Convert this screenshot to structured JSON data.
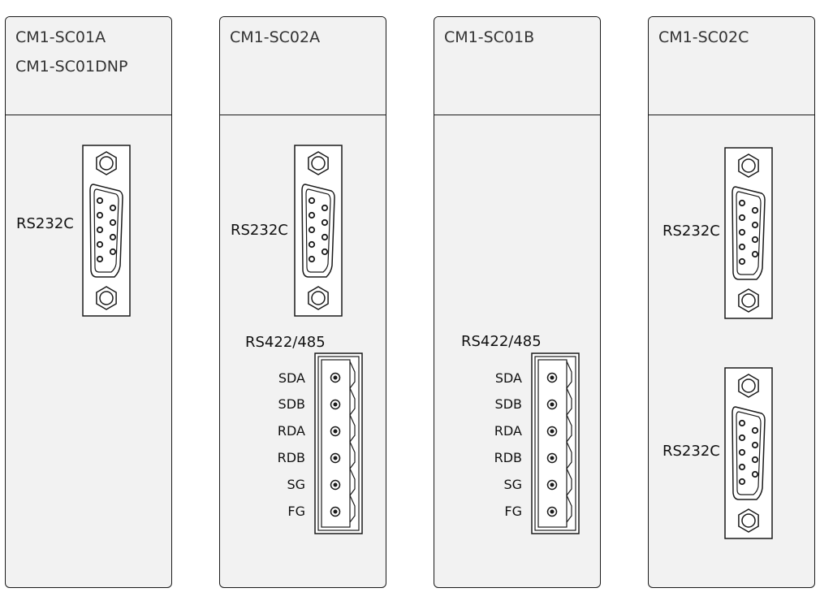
{
  "modules": [
    {
      "name_lines": [
        "CM1-SC01A",
        "CM1-SC01DNP"
      ],
      "ports": [
        {
          "type": "db9",
          "label": "RS232C"
        }
      ]
    },
    {
      "name_lines": [
        "CM1-SC02A"
      ],
      "ports": [
        {
          "type": "db9",
          "label": "RS232C"
        },
        {
          "type": "terminal",
          "label": "RS422/485",
          "pins": [
            "SDA",
            "SDB",
            "RDA",
            "RDB",
            "SG",
            "FG"
          ]
        }
      ]
    },
    {
      "name_lines": [
        "CM1-SC01B"
      ],
      "ports": [
        {
          "type": "terminal",
          "label": "RS422/485",
          "pins": [
            "SDA",
            "SDB",
            "RDA",
            "RDB",
            "SG",
            "FG"
          ]
        }
      ]
    },
    {
      "name_lines": [
        "CM1-SC02C"
      ],
      "ports": [
        {
          "type": "db9",
          "label": "RS232C"
        },
        {
          "type": "db9",
          "label": "RS232C"
        }
      ]
    }
  ],
  "colors": {
    "panel": "#f2f2f2",
    "line": "#1a1a1a",
    "connector": "#ffffff"
  }
}
